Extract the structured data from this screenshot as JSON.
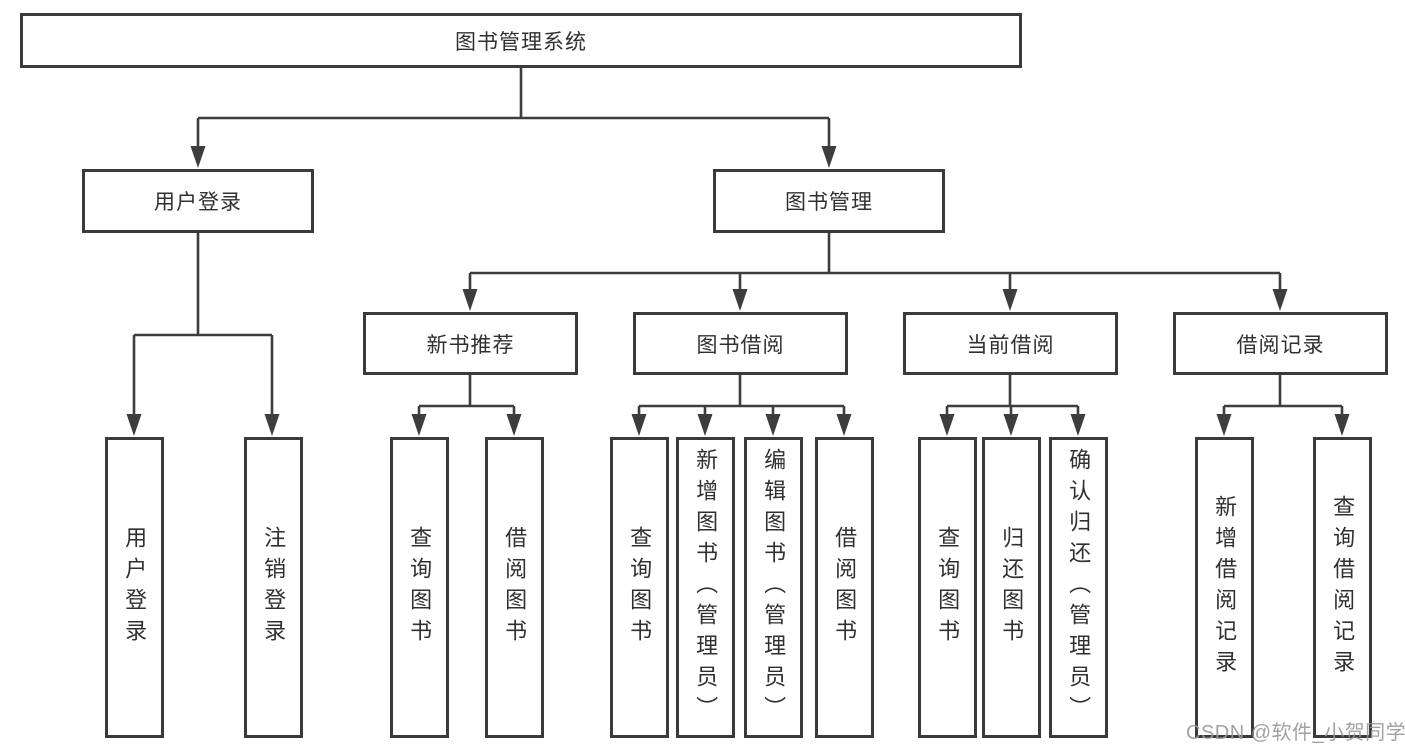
{
  "diagram_title": "图书管理系统",
  "colors": {
    "line": "#3d3d3d",
    "box_border": "#3a3a3a",
    "text": "#303030",
    "watermark_text": "#989898",
    "background": "#ffffff"
  },
  "watermark": "CSDN @软件_小贺同学",
  "tree": {
    "root": {
      "label": "图书管理系统",
      "children": [
        {
          "label": "用户登录",
          "children": [
            {
              "label": "用户登录"
            },
            {
              "label": "注销登录"
            }
          ]
        },
        {
          "label": "图书管理",
          "children": [
            {
              "label": "新书推荐",
              "children": [
                {
                  "label": "查询图书"
                },
                {
                  "label": "借阅图书"
                }
              ]
            },
            {
              "label": "图书借阅",
              "children": [
                {
                  "label": "查询图书"
                },
                {
                  "label": "新增图书（管理员）"
                },
                {
                  "label": "编辑图书（管理员）"
                },
                {
                  "label": "借阅图书"
                }
              ]
            },
            {
              "label": "当前借阅",
              "children": [
                {
                  "label": "查询图书"
                },
                {
                  "label": "归还图书"
                },
                {
                  "label": "确认归还（管理员）"
                }
              ]
            },
            {
              "label": "借阅记录",
              "children": [
                {
                  "label": "新增借阅记录"
                },
                {
                  "label": "查询借阅记录"
                }
              ]
            }
          ]
        }
      ]
    }
  }
}
